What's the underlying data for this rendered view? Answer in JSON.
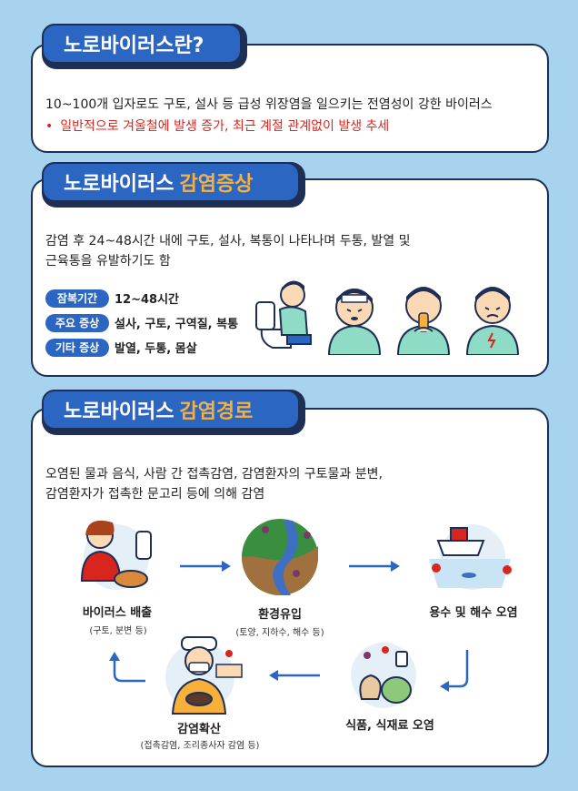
{
  "section1": {
    "title": "노로바이러스란?",
    "description": "10~100개 입자로도 구토, 설사 등 급성 위장염을 일으키는 전염성이 강한 바이러스",
    "bullet": "일반적으로 겨울철에 발생 증가, 최근 계절 관계없이 발생 추세"
  },
  "section2": {
    "title_main": "노로바이러스",
    "title_highlight": "감염증상",
    "description_line1": "감염 후 24~48시간 내에 구토, 설사, 복통이 나타나며 두통, 발열 및",
    "description_line2": "근육통을 유발하기도 함",
    "tags": [
      {
        "label": "잠복기간",
        "value": "12~48시간"
      },
      {
        "label": "주요 증상",
        "value": "설사, 구토, 구역질, 복통"
      },
      {
        "label": "기타 증상",
        "value": "발열, 두통, 몸살"
      }
    ]
  },
  "section3": {
    "title_main": "노로바이러스",
    "title_highlight": "감염경로",
    "description_line1": "오염된 물과 음식, 사람 간 접촉감염, 감염환자의 구토물과 분변,",
    "description_line2": "감염환자가 접촉한 문고리 등에 의해 감염",
    "steps": [
      {
        "label": "바이러스 배출",
        "sub": "(구토, 분변 등)"
      },
      {
        "label": "환경유입",
        "sub": "(토양, 지하수, 해수 등)"
      },
      {
        "label": "용수 및 해수 오염",
        "sub": ""
      },
      {
        "label": "식품, 식재료 오염",
        "sub": ""
      },
      {
        "label": "감염확산",
        "sub": "(접촉감염, 조리종사자 감염 등)"
      }
    ]
  },
  "colors": {
    "background": "#a7d3ef",
    "accent": "#2c66c3",
    "highlight": "#f7b13a",
    "warning": "#d8261f",
    "border": "#1e2f55"
  },
  "icons": [
    "toilet-icon",
    "sick-person-icon",
    "vomit-person-icon",
    "stomachache-person-icon",
    "soil-water-icon",
    "boat-sea-icon",
    "contaminated-food-icon",
    "food-worker-icon",
    "flow-arrow-icon"
  ]
}
